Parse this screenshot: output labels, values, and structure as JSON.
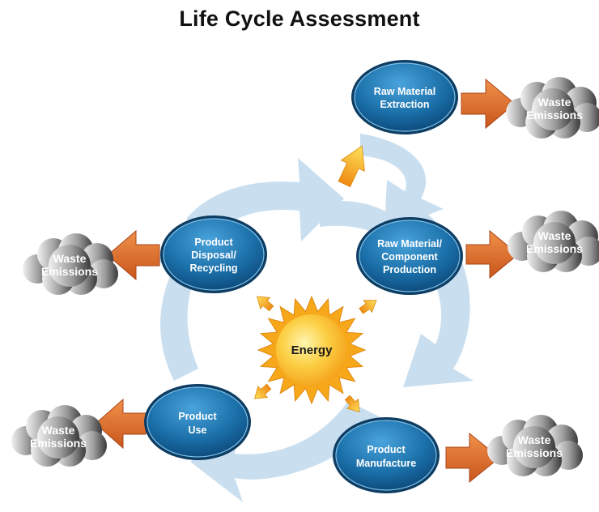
{
  "title": "Life Cycle Assessment",
  "center": {
    "label": "Energy"
  },
  "stages": [
    {
      "id": "raw-material-extraction",
      "lines": [
        "Raw Material",
        "Extraction"
      ]
    },
    {
      "id": "raw-material-component-production",
      "lines": [
        "Raw Material/",
        "Component",
        "Production"
      ]
    },
    {
      "id": "product-manufacture",
      "lines": [
        "Product",
        "Manufacture"
      ]
    },
    {
      "id": "product-use",
      "lines": [
        "Product",
        "Use"
      ]
    },
    {
      "id": "product-disposal-recycling",
      "lines": [
        "Product",
        "Disposal/",
        "Recycling"
      ]
    }
  ],
  "waste": {
    "lines": [
      "Waste",
      "Emissions"
    ]
  },
  "colors": {
    "stage_fill": "#1a6fa8",
    "stage_border": "#0d3d63",
    "cycle_arrow": "#c9dff0",
    "waste_arrow": "#e0702a",
    "energy_arrow": "#f5b223",
    "sun": "#fbb02c",
    "cloud": "#8a8a8a"
  }
}
